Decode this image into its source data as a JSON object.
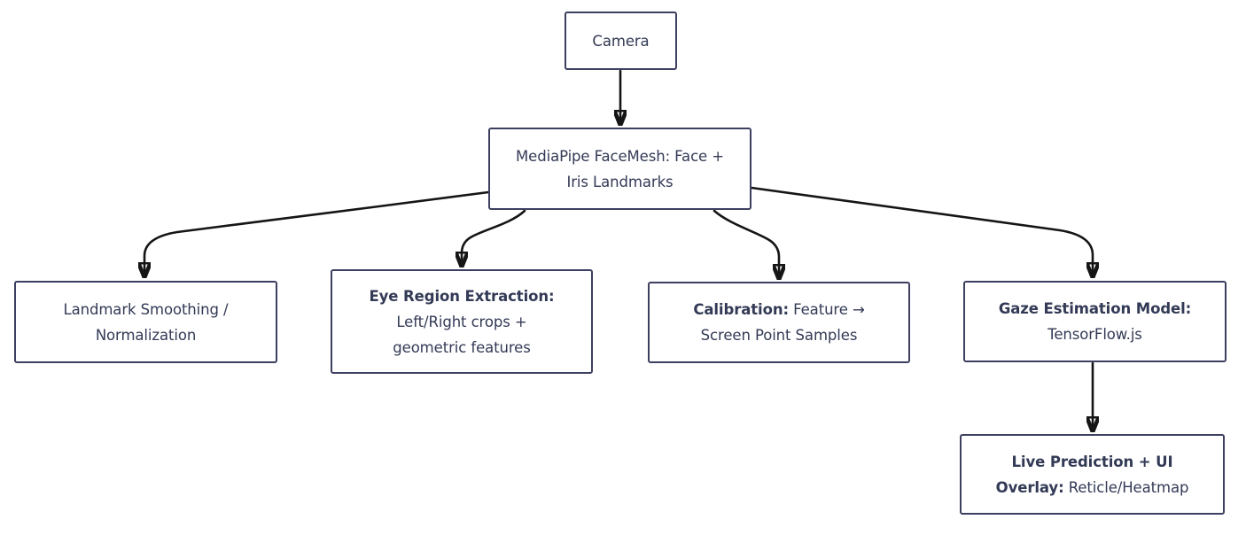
{
  "diagram": {
    "title": "Gaze tracking pipeline flowchart",
    "colors": {
      "box_border": "#3d3f60",
      "box_fill": "#ffffff",
      "text": "#333a56",
      "arrow": "#151515",
      "background": "#ffffff"
    },
    "nodes": {
      "camera": {
        "id": "camera",
        "lines": [
          {
            "bold": "",
            "text": "Camera"
          }
        ]
      },
      "mediapipe": {
        "id": "mediapipe-facemesh",
        "lines": [
          {
            "bold": "",
            "text": "MediaPipe FaceMesh: Face +"
          },
          {
            "bold": "",
            "text": "Iris Landmarks"
          }
        ]
      },
      "landmark": {
        "id": "landmark-smoothing",
        "lines": [
          {
            "bold": "",
            "text": "Landmark Smoothing /"
          },
          {
            "bold": "",
            "text": "Normalization"
          }
        ]
      },
      "eye": {
        "id": "eye-region-extraction",
        "lines": [
          {
            "bold": "Eye Region Extraction:",
            "text": ""
          },
          {
            "bold": "",
            "text": "Left/Right crops +"
          },
          {
            "bold": "",
            "text": "geometric features"
          }
        ]
      },
      "calibration": {
        "id": "calibration",
        "lines": [
          {
            "bold": "Calibration:",
            "text": " Feature →"
          },
          {
            "bold": "",
            "text": "Screen Point Samples"
          }
        ]
      },
      "gaze": {
        "id": "gaze-estimation-model",
        "lines": [
          {
            "bold": "Gaze Estimation Model:",
            "text": ""
          },
          {
            "bold": "",
            "text": "TensorFlow.js"
          }
        ]
      },
      "live": {
        "id": "live-prediction-ui-overlay",
        "lines": [
          {
            "bold": "Live Prediction + UI",
            "text": ""
          },
          {
            "bold": "Overlay:",
            "text": " Reticle/Heatmap"
          }
        ]
      }
    },
    "edges": [
      {
        "from": "camera",
        "to": "mediapipe-facemesh"
      },
      {
        "from": "mediapipe-facemesh",
        "to": "landmark-smoothing"
      },
      {
        "from": "mediapipe-facemesh",
        "to": "eye-region-extraction"
      },
      {
        "from": "mediapipe-facemesh",
        "to": "calibration"
      },
      {
        "from": "mediapipe-facemesh",
        "to": "gaze-estimation-model"
      },
      {
        "from": "gaze-estimation-model",
        "to": "live-prediction-ui-overlay"
      }
    ]
  }
}
